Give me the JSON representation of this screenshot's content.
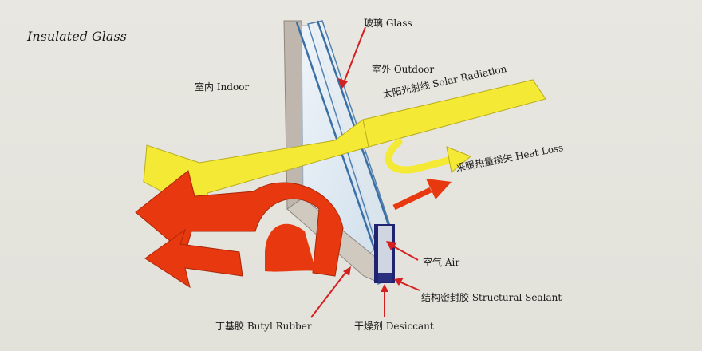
{
  "title": "Insulated Glass",
  "labels": {
    "glass": "玻璃 Glass",
    "outdoor": "室外 Outdoor",
    "indoor": "室内 Indoor",
    "solar_radiation": "太阳光射线 Solar Radiation",
    "heat_loss": "采暖热量损失 Heat Loss",
    "air": "空气 Air",
    "structural_sealant": "结构密封胶 Structural Sealant",
    "butyl_rubber": "丁基胶 Butyl Rubber",
    "desiccant": "干燥剂 Desiccant"
  },
  "colors": {
    "solar_arrow": "#f4ea35",
    "heat_arrow": "#e8380f",
    "glass_pane": "#dce8f2",
    "glass_edge": "#3a6fa5",
    "spacer": "#1f2370",
    "frame": "#bfb7ad",
    "pointer": "#d42020"
  }
}
